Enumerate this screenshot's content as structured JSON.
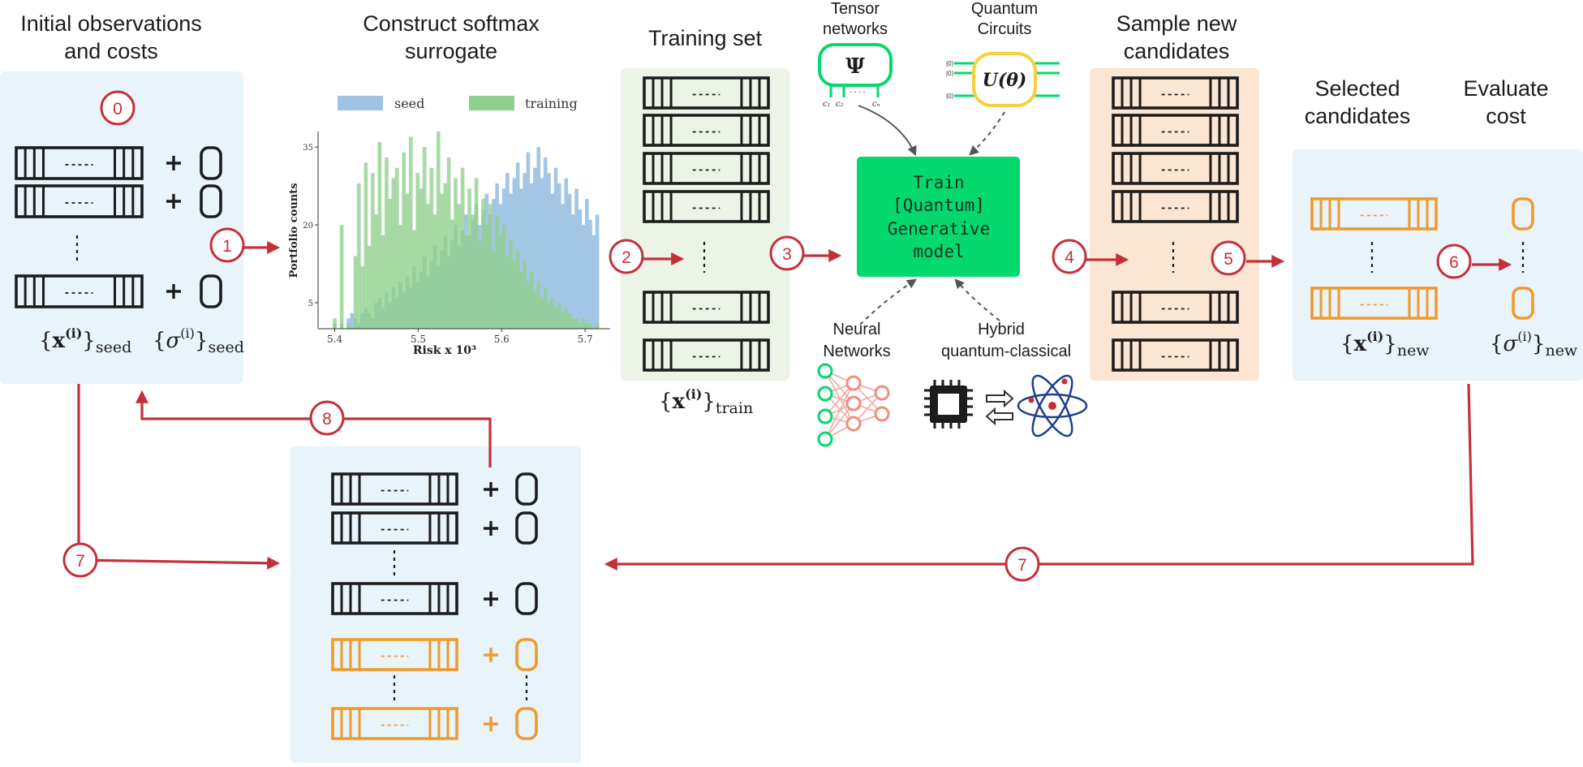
{
  "stages": {
    "initial": {
      "title_line1": "Initial observations",
      "title_line2": "and costs",
      "seed_x": "seed",
      "seed_sigma": "seed",
      "step": "0"
    },
    "surrogate": {
      "title_line1": "Construct softmax",
      "title_line2": "surrogate"
    },
    "training": {
      "title": "Training set",
      "label_sub": "train"
    },
    "tensor": {
      "line1": "Tensor",
      "line2": "networks",
      "symbol": "Ψ"
    },
    "quantum": {
      "line1": "Quantum",
      "line2": "Circuits",
      "symbol": "U(θ)"
    },
    "train_box": {
      "line1": "Train",
      "line2": "[Quantum]",
      "line3": "Generative",
      "line4": "model"
    },
    "neural": {
      "line1": "Neural",
      "line2": "Networks"
    },
    "hybrid": {
      "line1": "Hybrid",
      "line2": "quantum-classical"
    },
    "sample": {
      "title_line1": "Sample new",
      "title_line2": "candidates"
    },
    "selected": {
      "title_line1": "Selected",
      "title_line2": "candidates",
      "label_sub": "new"
    },
    "evaluate": {
      "title_line1": "Evaluate",
      "title_line2": "cost",
      "label_sub": "new"
    }
  },
  "steps": {
    "s1": "1",
    "s2": "2",
    "s3": "3",
    "s4": "4",
    "s5": "5",
    "s6": "6",
    "s7a": "7",
    "s7b": "7",
    "s8": "8"
  },
  "colors": {
    "red": "#c4303a",
    "black": "#1c1c1c",
    "orange": "#ef9a2c",
    "green": "#05d86f",
    "seed_bar": "#9fc3e4",
    "training_bar": "#8fcf8d",
    "panel_blue": "#e9f3fa",
    "panel_green": "#ecf4e8",
    "panel_orange": "#fbe5d3"
  },
  "chart_data": {
    "type": "bar",
    "xlabel": "Risk x 10³",
    "ylabel": "Portfolio counts",
    "x_ticks": [
      "5.4",
      "5.5",
      "5.6",
      "5.7"
    ],
    "y_ticks": [
      "5",
      "20",
      "35"
    ],
    "xlim": [
      5.38,
      5.73
    ],
    "ylim": [
      0,
      38
    ],
    "series": [
      {
        "name": "seed",
        "color": "#9fc3e4",
        "values": [
          0,
          1,
          0,
          1,
          0,
          2,
          3,
          2,
          1,
          3,
          4,
          3,
          2,
          5,
          6,
          4,
          7,
          5,
          8,
          6,
          9,
          7,
          10,
          8,
          12,
          9,
          11,
          14,
          10,
          13,
          16,
          12,
          15,
          18,
          14,
          17,
          20,
          16,
          19,
          22,
          18,
          21,
          24,
          20,
          23,
          26,
          22,
          25,
          28,
          24,
          27,
          30,
          26,
          29,
          32,
          27,
          30,
          34,
          28,
          31,
          35,
          29,
          33,
          30,
          26,
          31,
          28,
          24,
          29,
          26,
          22,
          27,
          23,
          20,
          25,
          21,
          18,
          22
        ]
      },
      {
        "name": "training",
        "color": "#8fcf8d",
        "values": [
          0,
          2,
          0,
          20,
          0,
          1,
          0,
          14,
          28,
          12,
          32,
          16,
          30,
          22,
          36,
          18,
          33,
          25,
          29,
          31,
          20,
          34,
          26,
          37,
          19,
          30,
          27,
          35,
          24,
          31,
          22,
          38,
          26,
          28,
          33,
          21,
          29,
          24,
          31,
          18,
          27,
          22,
          29,
          17,
          25,
          20,
          24,
          15,
          22,
          18,
          20,
          14,
          17,
          13,
          15,
          11,
          13,
          9,
          11,
          7,
          9,
          6,
          8,
          5,
          6,
          4,
          5,
          3,
          4,
          3,
          2,
          2,
          1,
          2,
          1,
          1,
          0,
          1
        ]
      }
    ]
  }
}
